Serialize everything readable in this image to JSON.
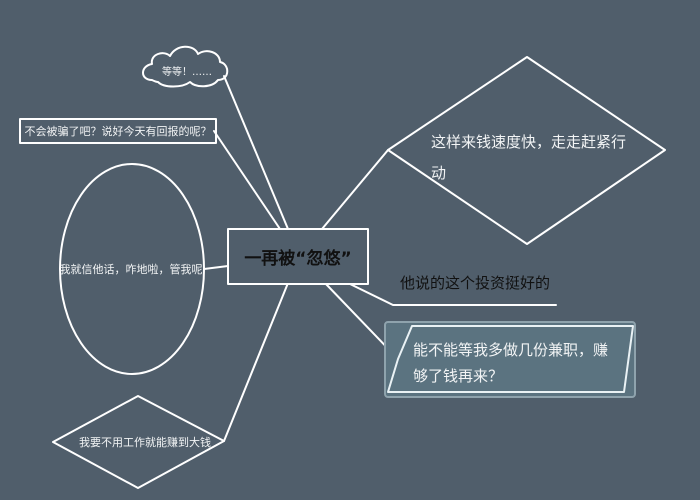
{
  "diagram": {
    "type": "mind-map",
    "background": "#505e6b",
    "line_color": "#ffffff",
    "center": {
      "label": "一再被“忽悠”",
      "shape": "rectangle"
    },
    "nodes": [
      {
        "id": "cloud",
        "label": "等等！……",
        "shape": "cloud"
      },
      {
        "id": "box",
        "label": "不会被骗了吧？说好今天有回报的呢？",
        "shape": "rectangle"
      },
      {
        "id": "circle",
        "label": "我就信他话，咋地啦，管我呢",
        "shape": "ellipse"
      },
      {
        "id": "diamond-bottom",
        "label": "我要不用工作就能赚到大钱",
        "shape": "diamond"
      },
      {
        "id": "diamond-right",
        "label_line1": "这样来钱速度快，走走赶紧行",
        "label_line2": "动",
        "shape": "diamond"
      },
      {
        "id": "underline",
        "label": "他说的这个投资挺好的",
        "shape": "underline"
      },
      {
        "id": "parallelogram",
        "label_line1": "能不能等我多做几份兼职，赚",
        "label_line2": "够了钱再来？",
        "shape": "parallelogram",
        "fill": "#5b7380"
      }
    ]
  }
}
